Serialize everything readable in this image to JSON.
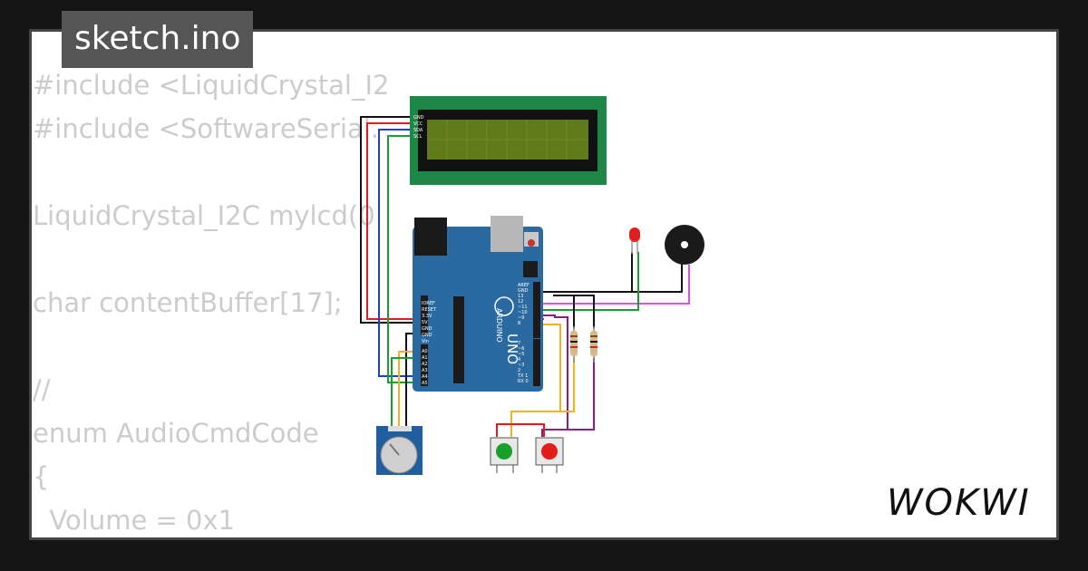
{
  "tab": {
    "filename": "sketch.ino"
  },
  "code_lines": [
    "#include <LiquidCrystal_I2",
    "#include <SoftwareSerial.",
    "",
    "LiquidCrystal_I2C mylcd(0",
    "",
    "char contentBuffer[17];",
    "",
    "//",
    "enum AudioCmdCode",
    "{",
    "  Volume = 0x1",
    ""
  ],
  "board": {
    "brand": "ARDUINO",
    "model": "UNO"
  },
  "lcd": {
    "pins": [
      "GND",
      "VCC",
      "SDA",
      "SCL"
    ]
  },
  "board_pins": {
    "power": [
      "IOREF",
      "RESET",
      "3.3V",
      "5V",
      "GND",
      "GND",
      "Vin"
    ],
    "analog": [
      "A0",
      "A1",
      "A2",
      "A3",
      "A4",
      "A5"
    ],
    "digital": [
      "AREF",
      "GND",
      "13",
      "12",
      "~11",
      "~10",
      "~9",
      "8",
      "7",
      "~6",
      "~5",
      "4",
      "~3",
      "2",
      "TX 1",
      "RX 0"
    ]
  },
  "logo": {
    "text": "WOKWI"
  },
  "colors": {
    "pcb": "#2b6aa0",
    "lcd_pcb": "#1d8748",
    "lcd_screen": "#5f7a1a",
    "wire_red": "#e21b1b",
    "wire_blue": "#1a3fd8",
    "wire_green": "#1a9e2f",
    "wire_black": "#111111",
    "wire_yellow": "#f1b21a",
    "wire_purple": "#8c1a8c",
    "wire_magenta": "#e14ee1",
    "button_green": "#17a12b",
    "button_red": "#e31c1c"
  }
}
